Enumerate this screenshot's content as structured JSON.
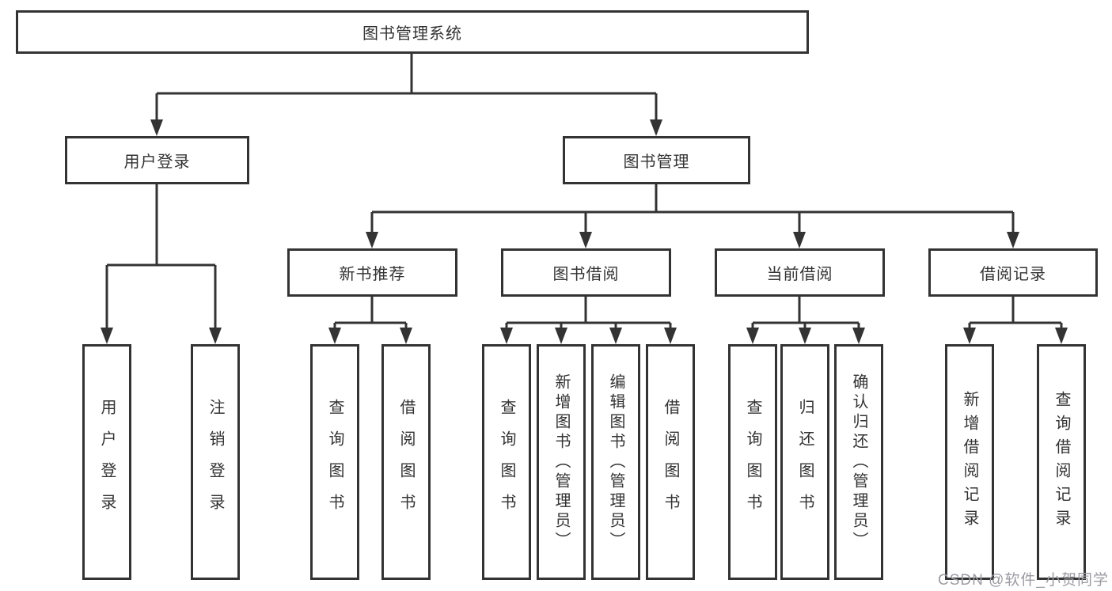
{
  "diagram_type": "hierarchy-tree",
  "colors": {
    "line": "#333333",
    "box_border": "#333333",
    "box_fill": "#ffffff",
    "text": "#333333",
    "watermark": "#9b9ba3",
    "background": "#ffffff"
  },
  "tree": {
    "root": {
      "label": "图书管理系统",
      "children": [
        {
          "label": "用户登录",
          "children": [
            {
              "label": "用户登录"
            },
            {
              "label": "注销登录"
            }
          ]
        },
        {
          "label": "图书管理",
          "children": [
            {
              "label": "新书推荐",
              "children": [
                {
                  "label": "查询图书"
                },
                {
                  "label": "借阅图书"
                }
              ]
            },
            {
              "label": "图书借阅",
              "children": [
                {
                  "label": "查询图书"
                },
                {
                  "label": "新增图书（管理员）"
                },
                {
                  "label": "编辑图书（管理员）"
                },
                {
                  "label": "借阅图书"
                }
              ]
            },
            {
              "label": "当前借阅",
              "children": [
                {
                  "label": "查询图书"
                },
                {
                  "label": "归还图书"
                },
                {
                  "label": "确认归还（管理员）"
                }
              ]
            },
            {
              "label": "借阅记录",
              "children": [
                {
                  "label": "新增借阅记录"
                },
                {
                  "label": "查询借阅记录"
                }
              ]
            }
          ]
        }
      ]
    }
  },
  "watermark": "CSDN @软件_小贺同学"
}
